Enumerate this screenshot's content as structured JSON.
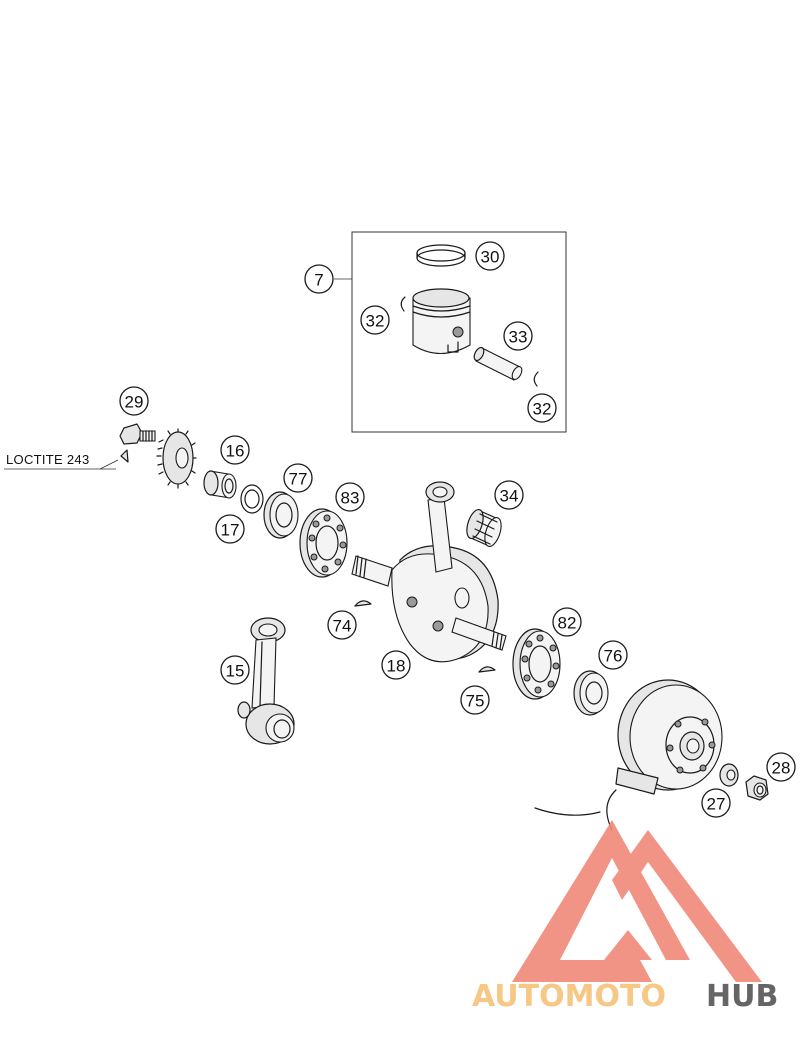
{
  "callouts": {
    "c7": "7",
    "c30": "30",
    "c32a": "32",
    "c33": "33",
    "c32b": "32",
    "c29": "29",
    "c16": "16",
    "c77": "77",
    "c83": "83",
    "c34": "34",
    "c17": "17",
    "c74": "74",
    "c82": "82",
    "c76": "76",
    "c15": "15",
    "c18": "18",
    "c75": "75",
    "c28": "28",
    "c27": "27"
  },
  "note": "LOCTITE 243",
  "watermark": {
    "part1": "AUTOMOTO",
    "part2": "HUB",
    "color_primary": "#f08878",
    "color_secondary": "#555555",
    "color_light": "#f7c27a"
  }
}
